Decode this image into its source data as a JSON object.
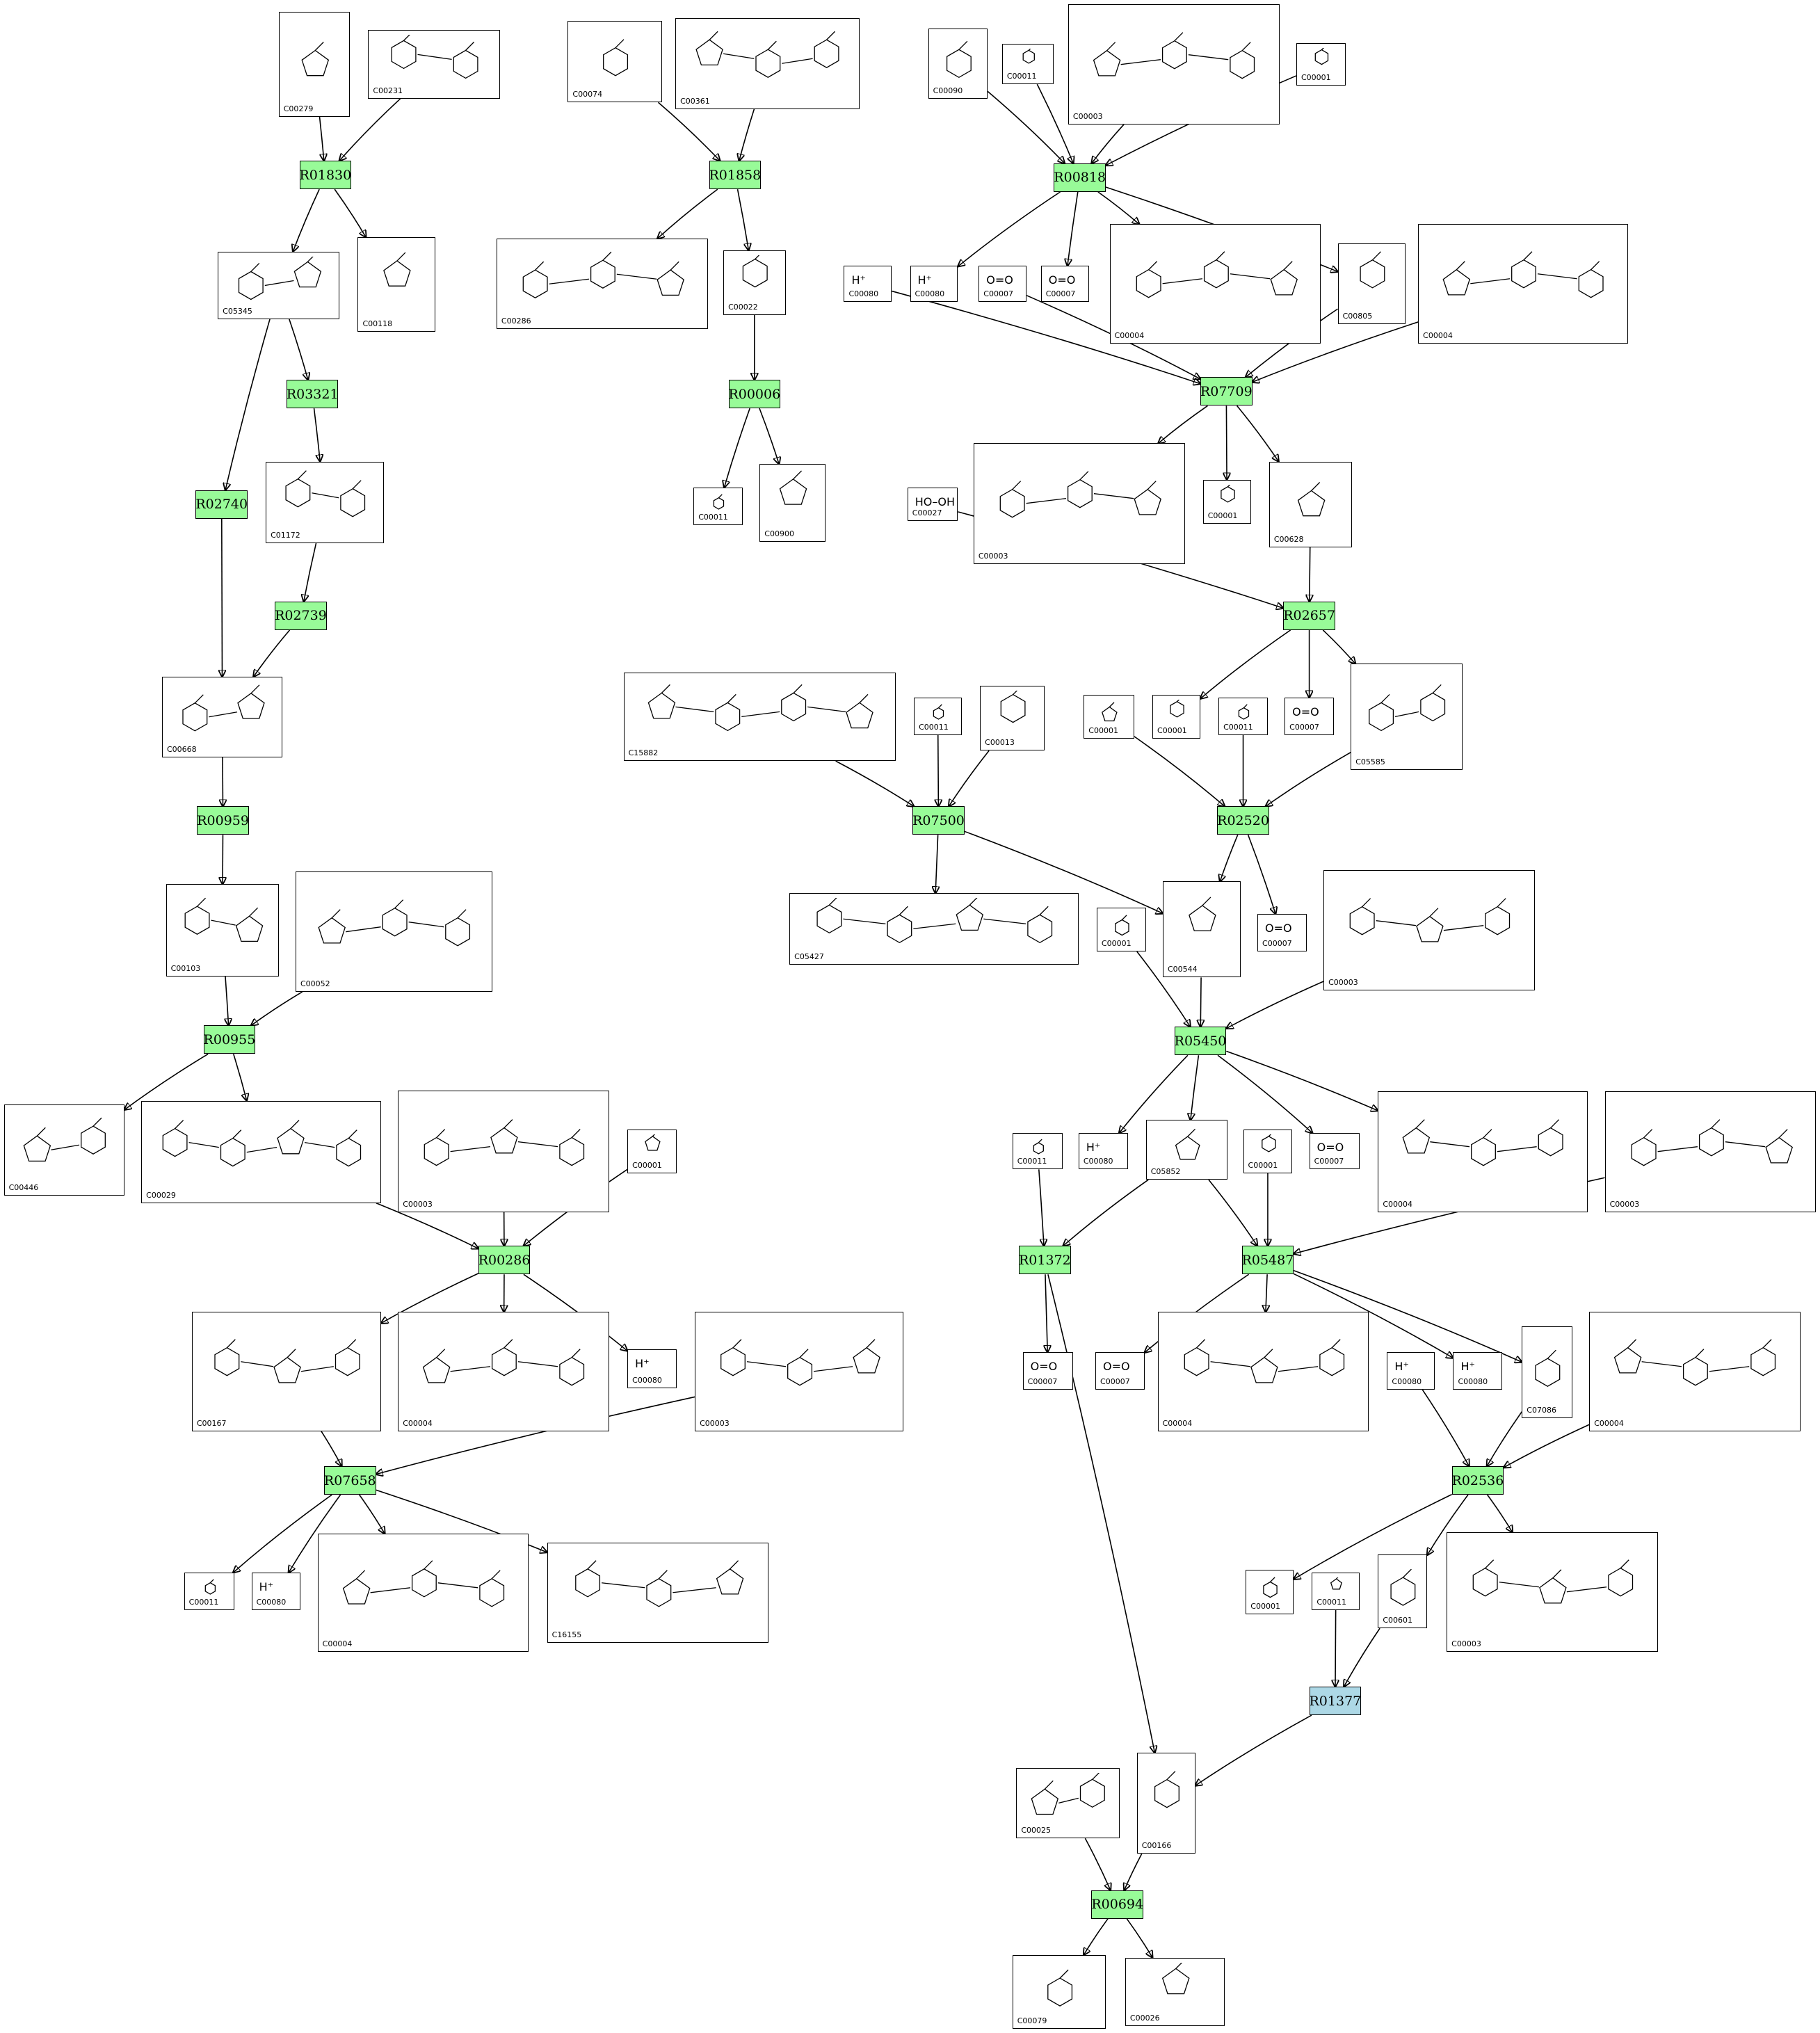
{
  "colors": {
    "reaction": "#98FB98",
    "reaction_alt": "#ADD8E6",
    "edge": "#000000",
    "box": "#FFFFFF"
  },
  "reactions": [
    {
      "id": "R01830",
      "color": "reaction"
    },
    {
      "id": "R01858",
      "color": "reaction"
    },
    {
      "id": "R00818",
      "color": "reaction"
    },
    {
      "id": "R03321",
      "color": "reaction"
    },
    {
      "id": "R02740",
      "color": "reaction"
    },
    {
      "id": "R02739",
      "color": "reaction"
    },
    {
      "id": "R00006",
      "color": "reaction"
    },
    {
      "id": "R07709",
      "color": "reaction"
    },
    {
      "id": "R02657",
      "color": "reaction"
    },
    {
      "id": "R00959",
      "color": "reaction"
    },
    {
      "id": "R07500",
      "color": "reaction"
    },
    {
      "id": "R02520",
      "color": "reaction"
    },
    {
      "id": "R00955",
      "color": "reaction"
    },
    {
      "id": "R05450",
      "color": "reaction"
    },
    {
      "id": "R00286",
      "color": "reaction"
    },
    {
      "id": "R01372",
      "color": "reaction"
    },
    {
      "id": "R05487",
      "color": "reaction"
    },
    {
      "id": "R07658",
      "color": "reaction"
    },
    {
      "id": "R02536",
      "color": "reaction"
    },
    {
      "id": "R01377",
      "color": "reaction_alt"
    },
    {
      "id": "R00694",
      "color": "reaction"
    }
  ],
  "compounds": [
    {
      "key": "c00279",
      "id": "C00279",
      "formula": ""
    },
    {
      "key": "c00231",
      "id": "C00231",
      "formula": ""
    },
    {
      "key": "c00074",
      "id": "C00074",
      "formula": ""
    },
    {
      "key": "c00361",
      "id": "C00361",
      "formula": ""
    },
    {
      "key": "c00090",
      "id": "C00090",
      "formula": ""
    },
    {
      "key": "c00011_a",
      "id": "C00011",
      "formula": ""
    },
    {
      "key": "c00003_a",
      "id": "C00003",
      "formula": ""
    },
    {
      "key": "c00001_a",
      "id": "C00001",
      "formula": ""
    },
    {
      "key": "c05345",
      "id": "C05345",
      "formula": ""
    },
    {
      "key": "c00118",
      "id": "C00118",
      "formula": ""
    },
    {
      "key": "c00286",
      "id": "C00286",
      "formula": ""
    },
    {
      "key": "c00022",
      "id": "C00022",
      "formula": ""
    },
    {
      "key": "c00080_a",
      "id": "C00080",
      "formula": "H⁺"
    },
    {
      "key": "c00080_b",
      "id": "C00080",
      "formula": "H⁺"
    },
    {
      "key": "c00007_a",
      "id": "C00007",
      "formula": "O=O"
    },
    {
      "key": "c00007_b",
      "id": "C00007",
      "formula": "O=O"
    },
    {
      "key": "c00004_a",
      "id": "C00004",
      "formula": ""
    },
    {
      "key": "c00805",
      "id": "C00805",
      "formula": ""
    },
    {
      "key": "c00004_b",
      "id": "C00004",
      "formula": ""
    },
    {
      "key": "c01172",
      "id": "C01172",
      "formula": ""
    },
    {
      "key": "c00011_b",
      "id": "C00011",
      "formula": ""
    },
    {
      "key": "c00900",
      "id": "C00900",
      "formula": ""
    },
    {
      "key": "c00003_b",
      "id": "C00003",
      "formula": ""
    },
    {
      "key": "c00001_b",
      "id": "C00001",
      "formula": ""
    },
    {
      "key": "c00628",
      "id": "C00628",
      "formula": ""
    },
    {
      "key": "c00027",
      "id": "C00027",
      "formula": "HO–OH"
    },
    {
      "key": "c00668",
      "id": "C00668",
      "formula": ""
    },
    {
      "key": "c15882",
      "id": "C15882",
      "formula": ""
    },
    {
      "key": "c00011_c",
      "id": "C00011",
      "formula": ""
    },
    {
      "key": "c00013",
      "id": "C00013",
      "formula": ""
    },
    {
      "key": "c00001_c",
      "id": "C00001",
      "formula": ""
    },
    {
      "key": "c00001_d",
      "id": "C00001",
      "formula": ""
    },
    {
      "key": "c00011_d",
      "id": "C00011",
      "formula": ""
    },
    {
      "key": "c00007_c",
      "id": "C00007",
      "formula": "O=O"
    },
    {
      "key": "c05585",
      "id": "C05585",
      "formula": ""
    },
    {
      "key": "c00103",
      "id": "C00103",
      "formula": ""
    },
    {
      "key": "c00052",
      "id": "C00052",
      "formula": ""
    },
    {
      "key": "c05427",
      "id": "C05427",
      "formula": ""
    },
    {
      "key": "c00001_e",
      "id": "C00001",
      "formula": ""
    },
    {
      "key": "c00544",
      "id": "C00544",
      "formula": ""
    },
    {
      "key": "c00007_d",
      "id": "C00007",
      "formula": "O=O"
    },
    {
      "key": "c00003_c",
      "id": "C00003",
      "formula": ""
    },
    {
      "key": "c00446",
      "id": "C00446",
      "formula": ""
    },
    {
      "key": "c00029",
      "id": "C00029",
      "formula": ""
    },
    {
      "key": "c00003_d",
      "id": "C00003",
      "formula": ""
    },
    {
      "key": "c00001_f",
      "id": "C00001",
      "formula": ""
    },
    {
      "key": "c00011_e",
      "id": "C00011",
      "formula": ""
    },
    {
      "key": "c00080_c",
      "id": "C00080",
      "formula": "H⁺"
    },
    {
      "key": "c05852",
      "id": "C05852",
      "formula": ""
    },
    {
      "key": "c00001_g",
      "id": "C00001",
      "formula": ""
    },
    {
      "key": "c00007_e",
      "id": "C00007",
      "formula": "O=O"
    },
    {
      "key": "c00004_c",
      "id": "C00004",
      "formula": ""
    },
    {
      "key": "c00003_e",
      "id": "C00003",
      "formula": ""
    },
    {
      "key": "c00167",
      "id": "C00167",
      "formula": ""
    },
    {
      "key": "c00004_d",
      "id": "C00004",
      "formula": ""
    },
    {
      "key": "c00003_f",
      "id": "C00003",
      "formula": ""
    },
    {
      "key": "c00080_d",
      "id": "C00080",
      "formula": "H⁺"
    },
    {
      "key": "c00007_f",
      "id": "C00007",
      "formula": "O=O"
    },
    {
      "key": "c00007_g",
      "id": "C00007",
      "formula": "O=O"
    },
    {
      "key": "c00004_e",
      "id": "C00004",
      "formula": ""
    },
    {
      "key": "c00080_e",
      "id": "C00080",
      "formula": "H⁺"
    },
    {
      "key": "c00080_f",
      "id": "C00080",
      "formula": "H⁺"
    },
    {
      "key": "c07086",
      "id": "C07086",
      "formula": ""
    },
    {
      "key": "c00004_f",
      "id": "C00004",
      "formula": ""
    },
    {
      "key": "c00011_f",
      "id": "C00011",
      "formula": ""
    },
    {
      "key": "c00080_g",
      "id": "C00080",
      "formula": "H⁺"
    },
    {
      "key": "c00004_g",
      "id": "C00004",
      "formula": ""
    },
    {
      "key": "c16155",
      "id": "C16155",
      "formula": ""
    },
    {
      "key": "c00001_h",
      "id": "C00001",
      "formula": ""
    },
    {
      "key": "c00011_g",
      "id": "C00011",
      "formula": ""
    },
    {
      "key": "c00601",
      "id": "C00601",
      "formula": ""
    },
    {
      "key": "c00003_g",
      "id": "C00003",
      "formula": ""
    },
    {
      "key": "c00025",
      "id": "C00025",
      "formula": ""
    },
    {
      "key": "c00166",
      "id": "C00166",
      "formula": ""
    },
    {
      "key": "c00079",
      "id": "C00079",
      "formula": ""
    },
    {
      "key": "c00026",
      "id": "C00026",
      "formula": ""
    }
  ]
}
